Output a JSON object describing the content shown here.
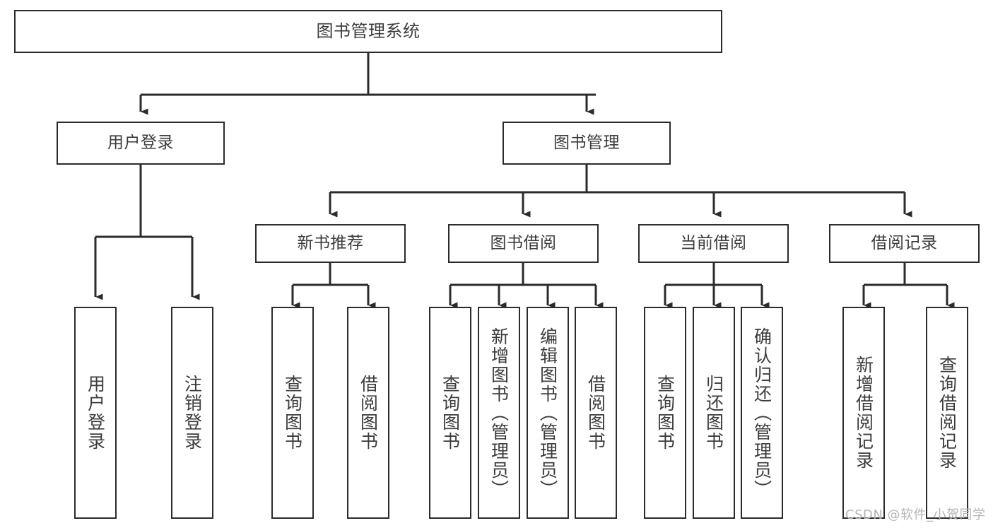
{
  "diagram": {
    "type": "tree-hierarchy",
    "title": "图书管理系统",
    "watermark": "CSDN @软件_小贺同学",
    "colors": {
      "background": "#ffffff",
      "box_border": "#2b2b2b",
      "box_fill": "#ffffff",
      "text": "#3c3c3c",
      "edge": "#2b2b2b",
      "watermark": "#b4b4b4"
    },
    "root": {
      "label": "图书管理系统"
    },
    "level2": [
      {
        "label": "用户登录"
      },
      {
        "label": "图书管理"
      }
    ],
    "level3": [
      {
        "label": "新书推荐"
      },
      {
        "label": "图书借阅"
      },
      {
        "label": "当前借阅"
      },
      {
        "label": "借阅记录"
      }
    ],
    "leaves": {
      "user_login": [
        {
          "label": "用户登录"
        },
        {
          "label": "注销登录"
        }
      ],
      "new_book_recommend": [
        {
          "label": "查询图书"
        },
        {
          "label": "借阅图书"
        }
      ],
      "book_borrow": [
        {
          "label": "查询图书"
        },
        {
          "label": "新增图书（管理员）"
        },
        {
          "label": "编辑图书（管理员）"
        },
        {
          "label": "借阅图书"
        }
      ],
      "current_borrow": [
        {
          "label": "查询图书"
        },
        {
          "label": "归还图书"
        },
        {
          "label": "确认归还（管理员）"
        }
      ],
      "borrow_records": [
        {
          "label": "新增借阅记录"
        },
        {
          "label": "查询借阅记录"
        }
      ]
    }
  }
}
